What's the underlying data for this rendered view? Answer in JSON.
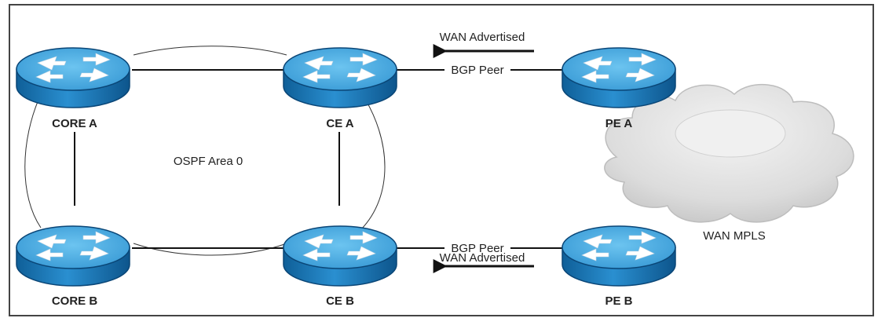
{
  "diagram": {
    "routers": {
      "core_a": {
        "label": "CORE A",
        "icon": "router-icon"
      },
      "ce_a": {
        "label": "CE A",
        "icon": "router-icon"
      },
      "pe_a": {
        "label": "PE A",
        "icon": "router-icon"
      },
      "core_b": {
        "label": "CORE B",
        "icon": "router-icon"
      },
      "ce_b": {
        "label": "CE B",
        "icon": "router-icon"
      },
      "pe_b": {
        "label": "PE B",
        "icon": "router-icon"
      }
    },
    "ospf_area_label": "OSPF Area 0",
    "bgp_peer_top": "BGP Peer",
    "bgp_peer_bottom": "BGP Peer",
    "wan_advertised_top": "WAN Advertised",
    "wan_advertised_bottom": "WAN Advertised",
    "cloud_label": "WAN MPLS",
    "cloud_icon": "cloud-icon",
    "colors": {
      "router_top": "#4fb1e6",
      "router_side": "#1d79b8",
      "router_rim": "#0d4f84",
      "link": "#111111",
      "frame": "#444444",
      "cloud": "#e2e2e2"
    }
  }
}
